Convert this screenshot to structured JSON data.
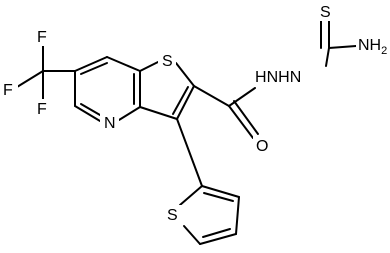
{
  "molecule": {
    "atoms": {
      "f_top": "F",
      "f_left": "F",
      "f_bottom": "F",
      "s_thieno": "S",
      "n_pyridine": "N",
      "nh_a": "H",
      "nh_b": "N",
      "nh_c": "H",
      "nh_d": "N",
      "s_thione": "S",
      "nh2": "NH",
      "nh2_sub": "2",
      "o_carbonyl": "O",
      "s_thiophene": "S"
    }
  }
}
